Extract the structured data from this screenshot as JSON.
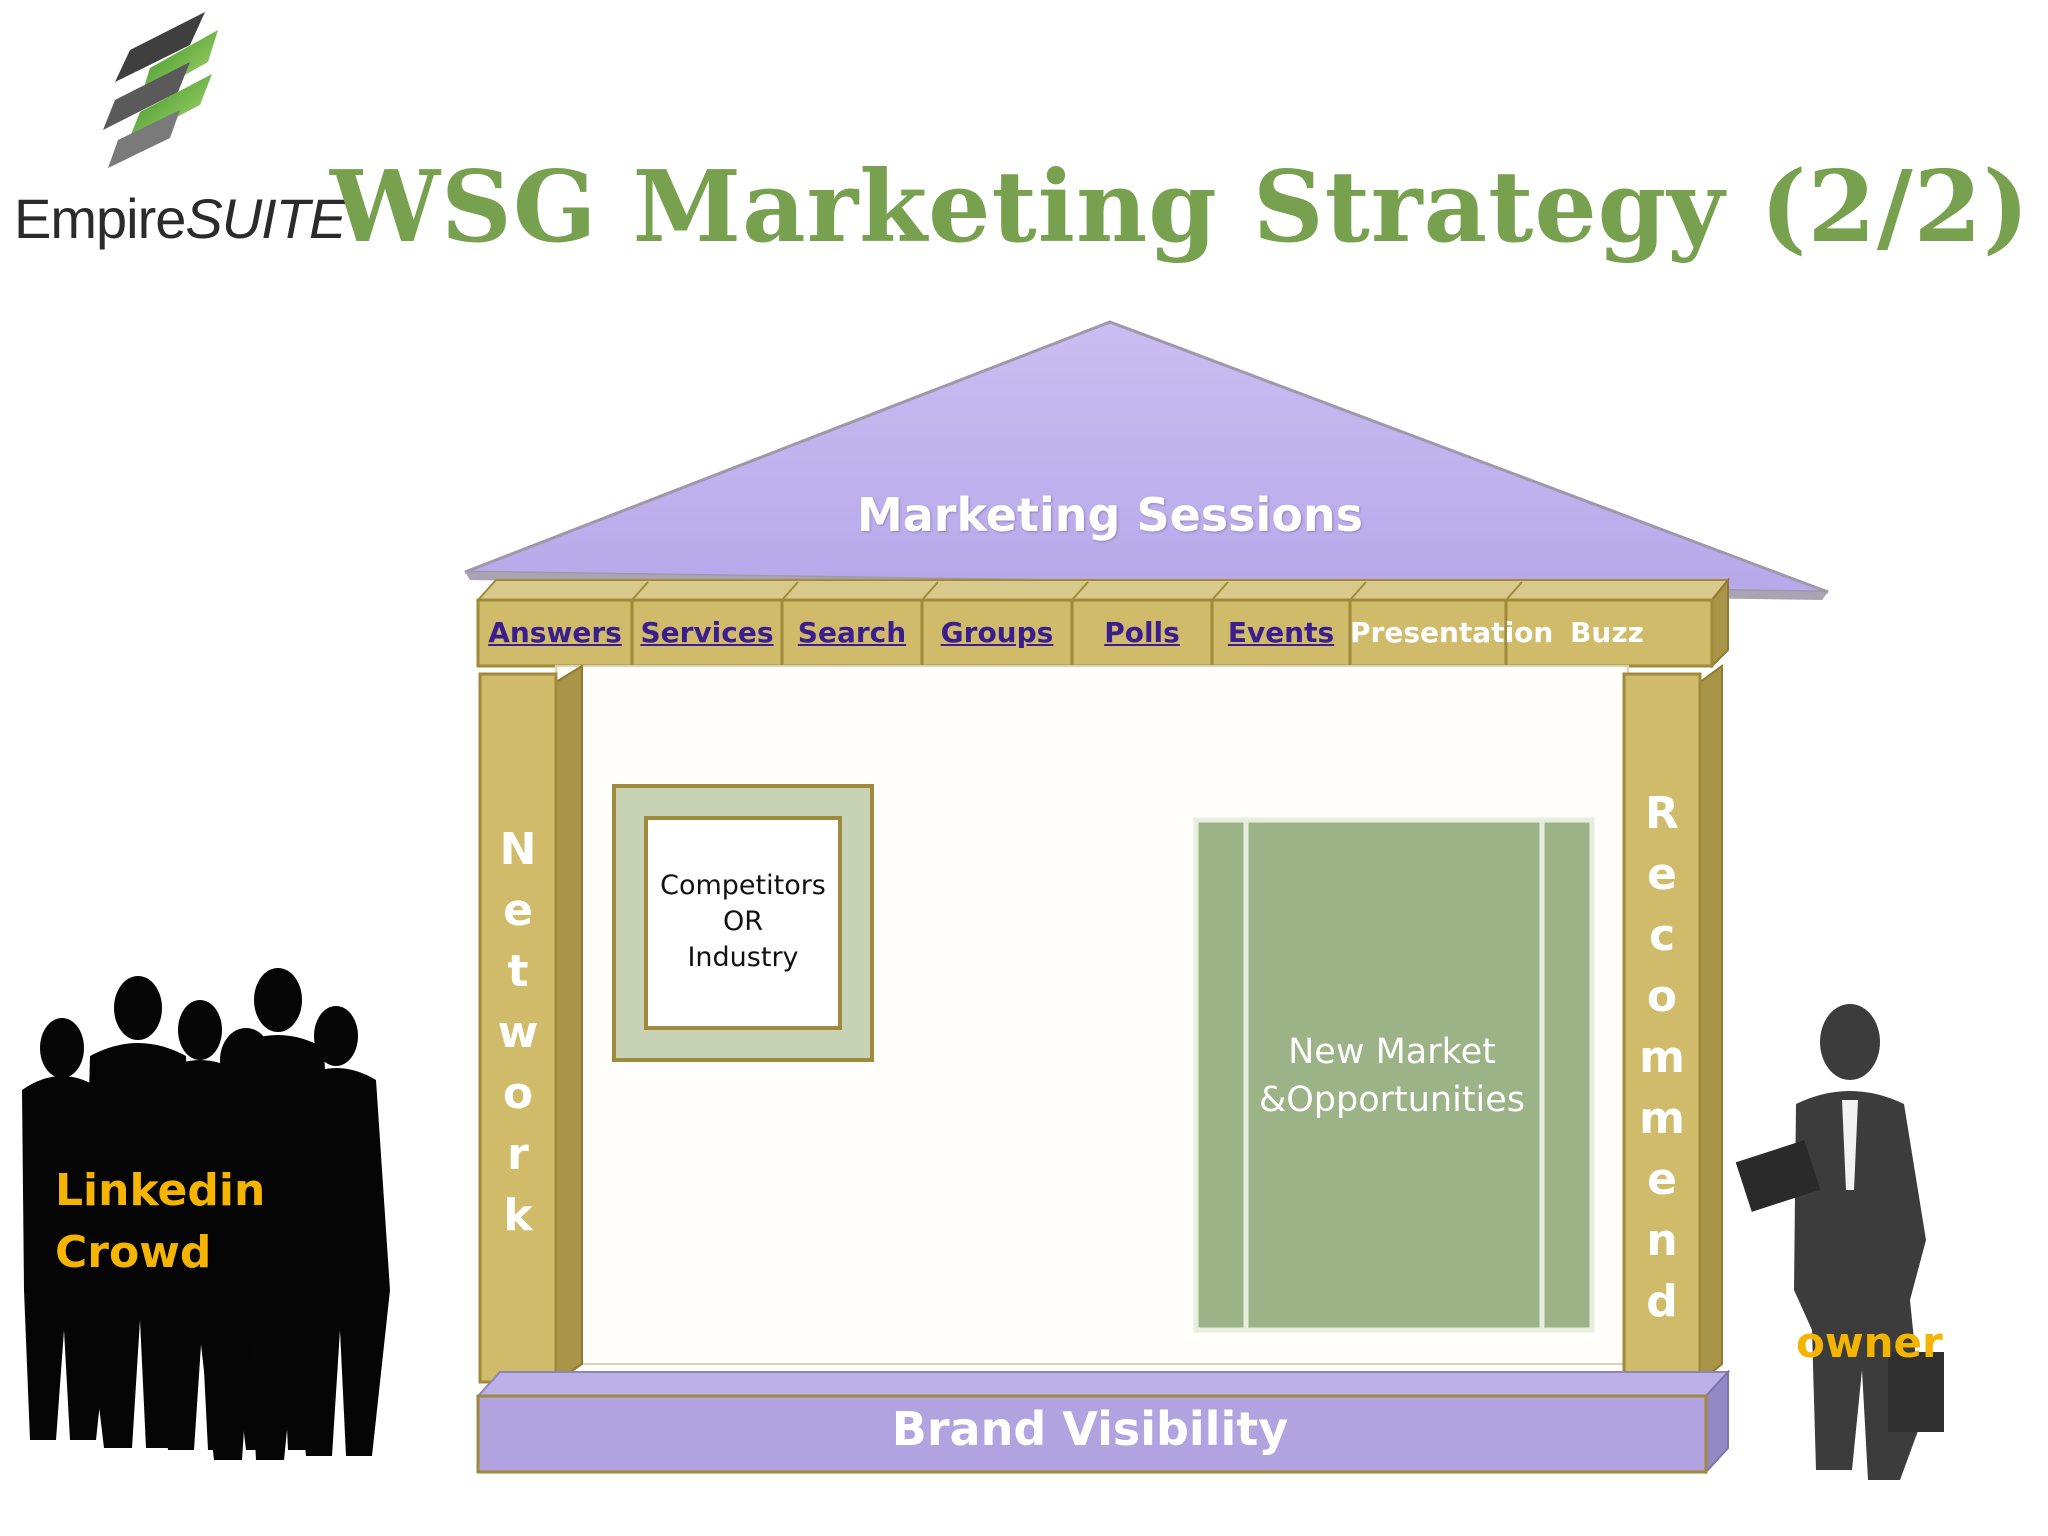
{
  "title": "WSG Marketing Strategy (2/2)",
  "logo": {
    "brand": "Empire",
    "suite": "SUITE"
  },
  "roof": {
    "label": "Marketing Sessions"
  },
  "beam": {
    "items": [
      {
        "label": "Answers",
        "style": "link"
      },
      {
        "label": "Services",
        "style": "link"
      },
      {
        "label": "Search",
        "style": "link"
      },
      {
        "label": "Groups",
        "style": "link"
      },
      {
        "label": "Polls",
        "style": "link"
      },
      {
        "label": "Events",
        "style": "link"
      },
      {
        "label": "Presentation",
        "style": "plain"
      },
      {
        "label": "Buzz",
        "style": "plain"
      }
    ]
  },
  "left_pillar": {
    "label": "Network"
  },
  "right_pillar": {
    "label": "Recommend"
  },
  "competitors": {
    "line1": "Competitors",
    "line2": "OR",
    "line3": "Industry"
  },
  "new_market": {
    "line1": "New Market",
    "line2": "&Opportunities"
  },
  "foundation": {
    "label": "Brand Visibility"
  },
  "crowd": {
    "line1": "Linkedin",
    "line2": "Crowd"
  },
  "owner": {
    "label": "owner"
  },
  "colors": {
    "title_green": "#77a14f",
    "pillar_gold": "#cfbb6a",
    "roof_purple": "#c2b5ee",
    "foundation_purple": "#b0a3e0",
    "box_green": "#9cb387",
    "accent_yellow": "#f4b400"
  }
}
